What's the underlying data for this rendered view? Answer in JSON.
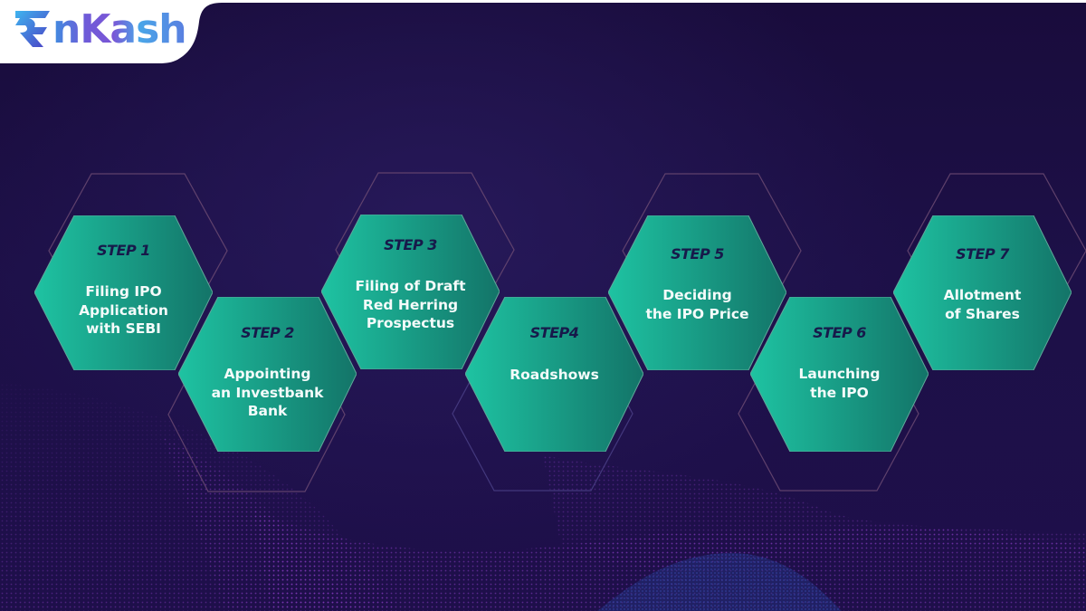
{
  "logo": {
    "text": "nKash",
    "brand": "EnKash",
    "mark": "rupee-e-logo-mark"
  },
  "colors": {
    "background_top": "#190c3c",
    "background_bottom": "#1e0f4a",
    "teal_light": "#1ec3a2",
    "teal_dark": "#137468",
    "step_label": "#17194a",
    "outline": "#6b4a72",
    "dots_purple": "#7a2fb0",
    "dots_blue": "#2a3fa0"
  },
  "steps": [
    {
      "label": "STEP 1",
      "text": "Filing IPO\nApplication\nwith SEBI"
    },
    {
      "label": "STEP 2",
      "text": "Appointing\nan Investbank\nBank"
    },
    {
      "label": "STEP 3",
      "text": "Filing of Draft\nRed Herring\nProspectus"
    },
    {
      "label": "STEP4",
      "text": "Roadshows"
    },
    {
      "label": "STEP 5",
      "text": "Deciding\nthe IPO Price"
    },
    {
      "label": "STEP 6",
      "text": "Launching\nthe IPO"
    },
    {
      "label": "STEP 7",
      "text": "Allotment\nof Shares"
    }
  ]
}
